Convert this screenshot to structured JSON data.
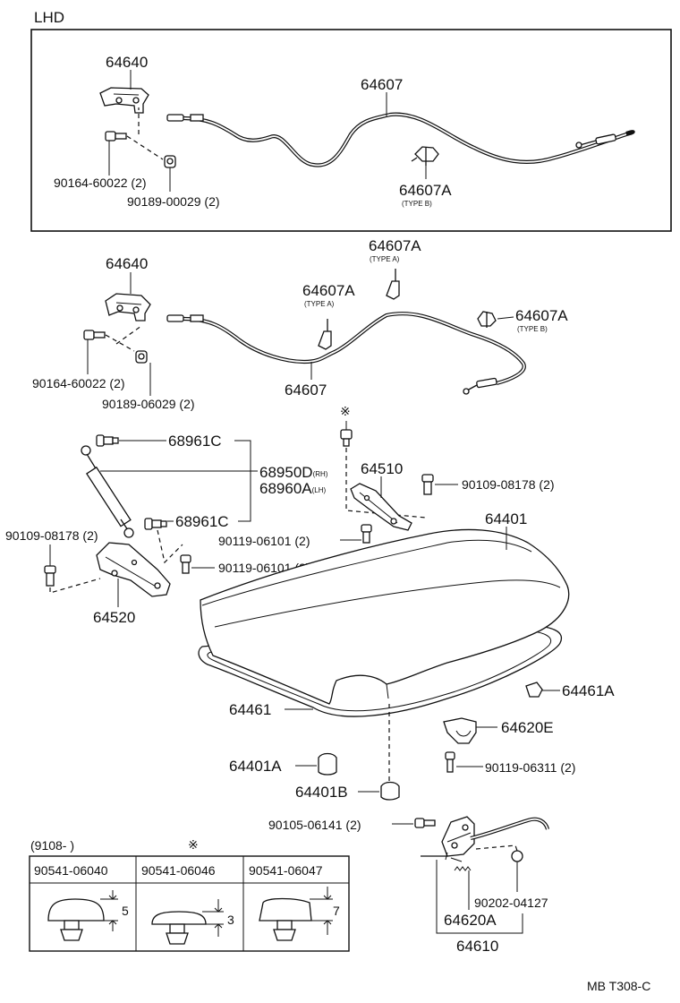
{
  "section_label": "LHD",
  "lhd_parts": {
    "hinge": "64640",
    "cable": "64607",
    "clamp": "64607A",
    "clamp_type": "(TYPE B)",
    "bolt": "90164-60022 (2)",
    "nut": "90189-00029 (2)"
  },
  "main_parts": {
    "hinge": "64640",
    "clamp_top": "64607A",
    "clamp_top_type": "(TYPE A)",
    "clamp_mid": "64607A",
    "clamp_mid_type": "(TYPE A)",
    "clamp_right": "64607A",
    "clamp_right_type": "(TYPE B)",
    "cable": "64607",
    "bolt": "90164-60022 (2)",
    "nut": "90189-06029 (2)",
    "mark": "※",
    "stud_upper": "68961C",
    "stud_lower": "68961C",
    "stay_rh_num": "68950D",
    "stay_rh_tag": "(RH)",
    "stay_lh_num": "68960A",
    "stay_lh_tag": "(LH)",
    "hinge_rh": "64510",
    "bolt_hinge_rh": "90109-08178 (2)",
    "bolt_hinge_lh": "90109-08178 (2)",
    "screw_rh": "90119-06101 (2)",
    "screw_lh": "90119-06101 (2)",
    "hinge_lh": "64520",
    "lid": "64401",
    "weatherstrip": "64461",
    "clip": "64461A",
    "striker": "64620E",
    "striker_bolt": "90119-06311 (2)",
    "cushion_a": "64401A",
    "cushion_b": "64401B",
    "lock_bolt": "90105-06141 (2)",
    "spring": "90202-04127",
    "lock": "64620A",
    "lock_assy": "64610"
  },
  "table": {
    "period": "(9108-          )",
    "mark": "※",
    "headers": [
      "90541-06040",
      "90541-06046",
      "90541-06047"
    ],
    "dims": [
      "5",
      "3",
      "7"
    ]
  },
  "footer_code": "MB T308-C"
}
